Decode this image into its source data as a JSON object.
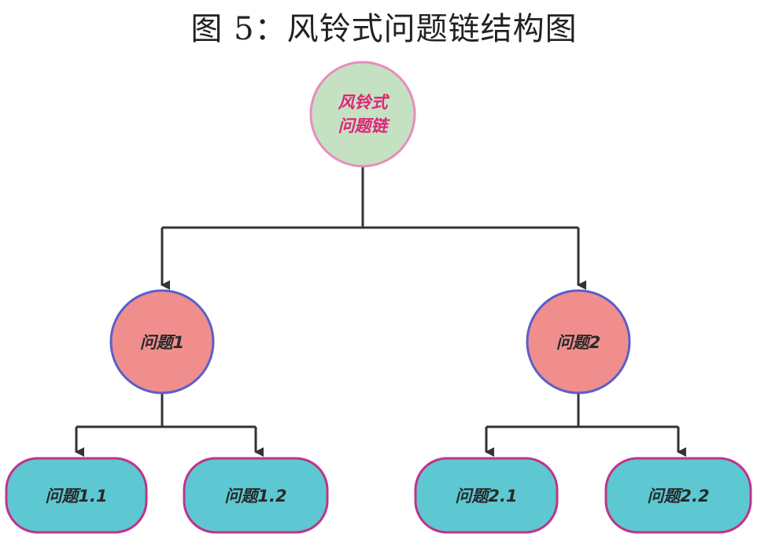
{
  "title": "图 5：风铃式问题链结构图",
  "root": {
    "label_line1": "风铃式",
    "label_line2": "问题链",
    "fill": "#c4e2c1",
    "stroke": "#e88cbe",
    "text_color": "#e0247a"
  },
  "level1": [
    {
      "label": "问题1"
    },
    {
      "label": "问题2"
    }
  ],
  "level1_style": {
    "fill": "#f08e8e",
    "stroke": "#5b5fc7",
    "text_color": "#2a2a2a"
  },
  "level2": [
    {
      "label": "问题1.1"
    },
    {
      "label": "问题1.2"
    },
    {
      "label": "问题2.1"
    },
    {
      "label": "问题2.2"
    }
  ],
  "level2_style": {
    "fill": "#5dc8d2",
    "stroke": "#c0338a",
    "text_color": "#2a2a2a"
  },
  "connector_color": "#333333"
}
